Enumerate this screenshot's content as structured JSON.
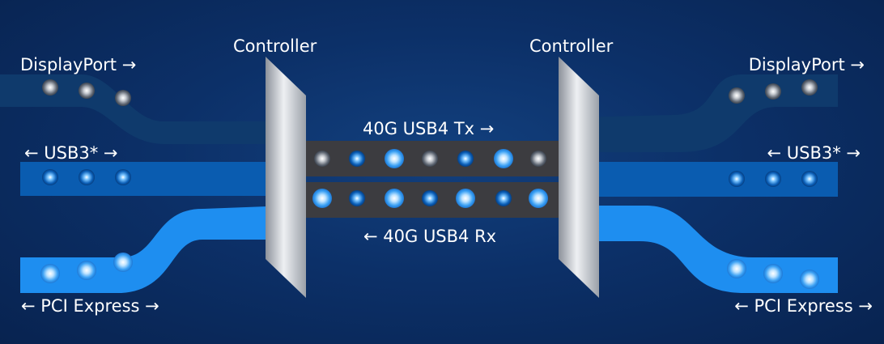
{
  "diagram": {
    "controller_left": "Controller",
    "controller_right": "Controller",
    "left_ports": {
      "displayport": "DisplayPort →",
      "usb3": "← USB3* →",
      "pci_express": "← PCI Express →"
    },
    "right_ports": {
      "displayport": "DisplayPort →",
      "usb3": "← USB3* →",
      "pci_express": "← PCI Express →"
    },
    "link_tx": "40G USB4 Tx →",
    "link_rx": "← 40G USB4 Rx"
  },
  "colors": {
    "background": "#0c3068",
    "displayport_lane": "#0f3a6c",
    "usb3_lane": "#0a5cb0",
    "pci_express_lane": "#1e8ef0",
    "usb4_link": "#3c3c40",
    "controller_plate": "#c8ccd4"
  }
}
